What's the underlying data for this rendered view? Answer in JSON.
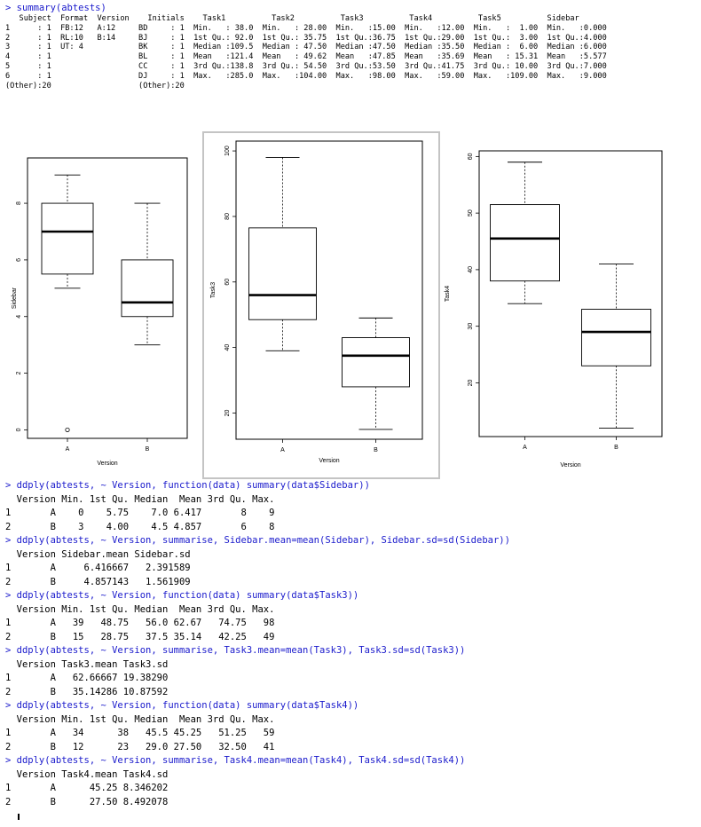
{
  "console": {
    "summary_command": "> summary(abtests)",
    "summary_table": [
      "   Subject  Format  Version    Initials    Task1          Task2          Task3          Task4          Task5          Sidebar",
      "1      : 1  FB:12   A:12     BD     : 1  Min.   : 38.0  Min.   : 28.00  Min.   :15.00  Min.   :12.00  Min.   :  1.00  Min.   :0.000",
      "2      : 1  RL:10   B:14     BJ     : 1  1st Qu.: 92.0  1st Qu.: 35.75  1st Qu.:36.75  1st Qu.:29.00  1st Qu.:  3.00  1st Qu.:4.000",
      "3      : 1  UT: 4            BK     : 1  Median :109.5  Median : 47.50  Median :47.50  Median :35.50  Median :  6.00  Median :6.000",
      "4      : 1                   BL     : 1  Mean   :121.4  Mean   : 49.62  Mean   :47.85  Mean   :35.69  Mean   : 15.31  Mean   :5.577",
      "5      : 1                   CC     : 1  3rd Qu.:138.8  3rd Qu.: 54.50  3rd Qu.:53.50  3rd Qu.:41.75  3rd Qu.: 10.00  3rd Qu.:7.000",
      "6      : 1                   DJ     : 1  Max.   :285.0  Max.   :104.00  Max.   :98.00  Max.   :59.00  Max.   :109.00  Max.   :9.000",
      "(Other):20                   (Other):20"
    ],
    "lines": [
      {
        "kind": "cmd",
        "text": "> ddply(abtests, ~ Version, function(data) summary(data$Sidebar))"
      },
      {
        "kind": "out",
        "text": "  Version Min. 1st Qu. Median  Mean 3rd Qu. Max."
      },
      {
        "kind": "out",
        "text": "1       A    0    5.75    7.0 6.417       8    9"
      },
      {
        "kind": "out",
        "text": "2       B    3    4.00    4.5 4.857       6    8"
      },
      {
        "kind": "cmd",
        "text": "> ddply(abtests, ~ Version, summarise, Sidebar.mean=mean(Sidebar), Sidebar.sd=sd(Sidebar))"
      },
      {
        "kind": "out",
        "text": "  Version Sidebar.mean Sidebar.sd"
      },
      {
        "kind": "out",
        "text": "1       A     6.416667   2.391589"
      },
      {
        "kind": "out",
        "text": "2       B     4.857143   1.561909"
      },
      {
        "kind": "cmd",
        "text": "> ddply(abtests, ~ Version, function(data) summary(data$Task3))"
      },
      {
        "kind": "out",
        "text": "  Version Min. 1st Qu. Median  Mean 3rd Qu. Max."
      },
      {
        "kind": "out",
        "text": "1       A   39   48.75   56.0 62.67   74.75   98"
      },
      {
        "kind": "out",
        "text": "2       B   15   28.75   37.5 35.14   42.25   49"
      },
      {
        "kind": "cmd",
        "text": "> ddply(abtests, ~ Version, summarise, Task3.mean=mean(Task3), Task3.sd=sd(Task3))"
      },
      {
        "kind": "out",
        "text": "  Version Task3.mean Task3.sd"
      },
      {
        "kind": "out",
        "text": "1       A   62.66667 19.38290"
      },
      {
        "kind": "out",
        "text": "2       B   35.14286 10.87592"
      },
      {
        "kind": "cmd",
        "text": "> ddply(abtests, ~ Version, function(data) summary(data$Task4))"
      },
      {
        "kind": "out",
        "text": "  Version Min. 1st Qu. Median  Mean 3rd Qu. Max."
      },
      {
        "kind": "out",
        "text": "1       A   34      38   45.5 45.25   51.25   59"
      },
      {
        "kind": "out",
        "text": "2       B   12      23   29.0 27.50   32.50   41"
      },
      {
        "kind": "cmd",
        "text": "> ddply(abtests, ~ Version, summarise, Task4.mean=mean(Task4), Task4.sd=sd(Task4))"
      },
      {
        "kind": "out",
        "text": "  Version Task4.mean Task4.sd"
      },
      {
        "kind": "out",
        "text": "1       A      45.25 8.346202"
      },
      {
        "kind": "out",
        "text": "2       B      27.50 8.492078"
      }
    ]
  },
  "plots": [
    {
      "ylabel": "Sidebar",
      "xlabel": "Version",
      "yticks": [
        0,
        2,
        4,
        6,
        8
      ],
      "ylim": [
        -0.3,
        9.6
      ],
      "groups": [
        {
          "label": "A",
          "min": 5,
          "q1": 5.5,
          "median": 7,
          "q3": 8,
          "max": 9,
          "outliers": [
            0
          ]
        },
        {
          "label": "B",
          "min": 3,
          "q1": 4,
          "median": 4.5,
          "q3": 6,
          "max": 8,
          "outliers": []
        }
      ]
    },
    {
      "ylabel": "Task3",
      "xlabel": "Version",
      "yticks": [
        20,
        40,
        60,
        80,
        100
      ],
      "ylim": [
        12,
        103
      ],
      "groups": [
        {
          "label": "A",
          "min": 39,
          "q1": 48.5,
          "median": 56,
          "q3": 76.5,
          "max": 98,
          "outliers": []
        },
        {
          "label": "B",
          "min": 15,
          "q1": 28,
          "median": 37.5,
          "q3": 43,
          "max": 49,
          "outliers": []
        }
      ]
    },
    {
      "ylabel": "Task4",
      "xlabel": "Version",
      "yticks": [
        20,
        30,
        40,
        50,
        60
      ],
      "ylim": [
        10.5,
        61
      ],
      "groups": [
        {
          "label": "A",
          "min": 34,
          "q1": 38,
          "median": 45.5,
          "q3": 51.5,
          "max": 59,
          "outliers": []
        },
        {
          "label": "B",
          "min": 12,
          "q1": 23,
          "median": 29,
          "q3": 33,
          "max": 41,
          "outliers": []
        }
      ]
    }
  ]
}
